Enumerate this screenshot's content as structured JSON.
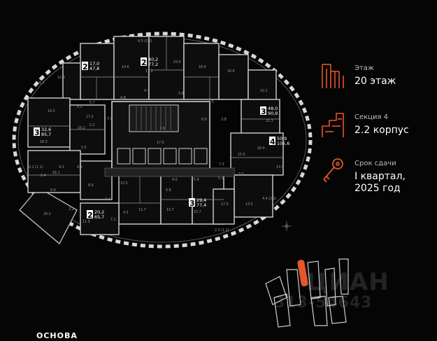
{
  "info": {
    "floor_label": "Этаж",
    "floor_value": "20 этаж",
    "section_label": "Секция 4",
    "section_value": "2.2 корпус",
    "deadline_label": "Срок сдачи",
    "deadline_line1": "I квартал,",
    "deadline_line2": "2025 год",
    "icon_color": "#e8552a"
  },
  "apartments": [
    {
      "rooms": "2",
      "area_living": "17,0",
      "area_total": "47,8"
    },
    {
      "rooms": "2",
      "area_living": "40,2",
      "area_total": "77,2"
    },
    {
      "rooms": "3",
      "area_living": "48,0",
      "area_total": "90,9"
    },
    {
      "rooms": "3",
      "area_living": "32,6",
      "area_total": "85,7"
    },
    {
      "rooms": "4",
      "area_living": "50,9",
      "area_total": "105,6"
    },
    {
      "rooms": "2",
      "area_living": "20,2",
      "area_total": "65,7"
    },
    {
      "rooms": "3",
      "area_living": "29,4",
      "area_total": "77,4"
    }
  ],
  "room_labels": [
    "4.5 (2.3)",
    "14.6",
    "17.2",
    "23.0",
    "18.6",
    "16.6",
    "12.8",
    "6.7",
    "10.1",
    "4.9",
    "4.8",
    "5.8",
    "4.5",
    "21.3",
    "16.5",
    "4.5",
    "17.2",
    "5.7",
    "7.8",
    "8.0",
    "3.8",
    "10.2",
    "18.3",
    "5.5",
    "17.0",
    "15.0",
    "20.4",
    "4.3",
    "13.5",
    "6.4",
    "16.1",
    "2.1 (1.1)",
    "8.6",
    "4.0",
    "5.1",
    "6.9",
    "12.5",
    "5.8",
    "5.9",
    "4.4 (2.2)",
    "3.2",
    "4.5",
    "4.4",
    "17.0",
    "13.5",
    "20.2",
    "12.7",
    "13.7",
    "15.7",
    "11.9",
    "7.2",
    "2.3 (1.2)",
    "4.3",
    "5.2",
    "3.5",
    "7.3",
    "7.0"
  ],
  "watermark": {
    "brand": "ЦИАН",
    "phone": "313-54643"
  },
  "logo_text": "ОСНОВА"
}
